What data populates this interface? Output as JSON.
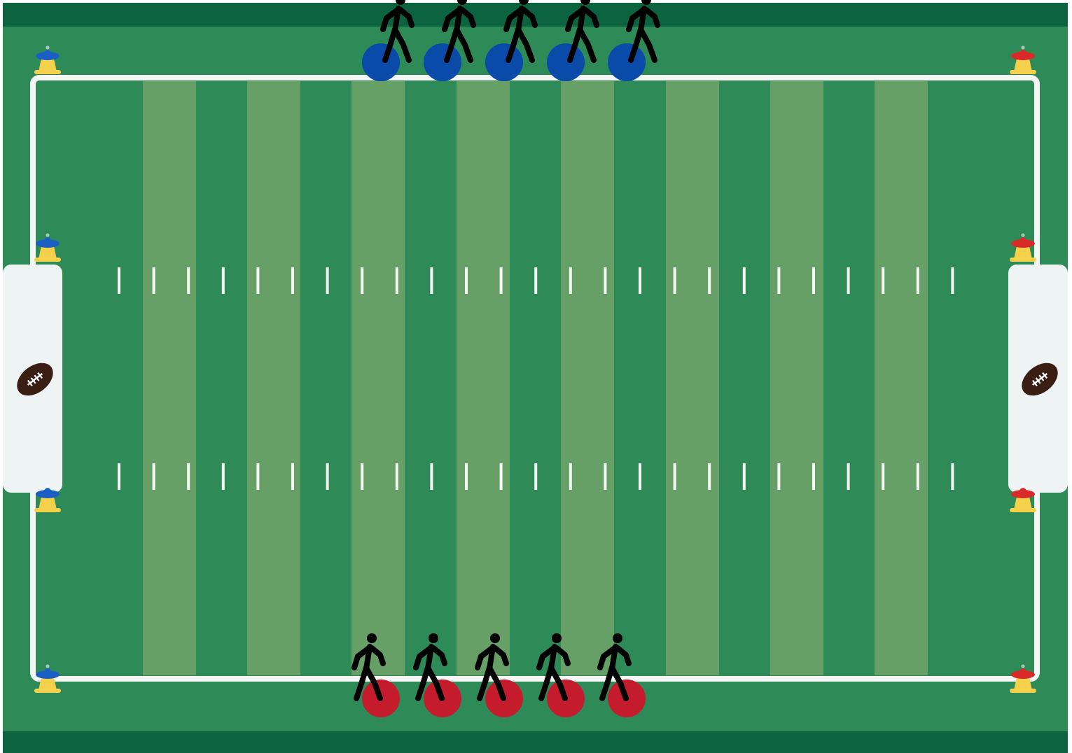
{
  "colors": {
    "page_bg": "#ffffff",
    "grass_dark": "#2e8b57",
    "grass_light": "#66a066",
    "border_band": "#0b6340",
    "field_line": "#f4f7f4",
    "endzone_panel": "#eef3f3",
    "blue_team": "#0a4aa8",
    "red_team": "#c41c2c",
    "player_figure": "#000000",
    "cone_base": "#f5d04a",
    "cone_blue_top": "#1a5fc4",
    "cone_red_top": "#d92a2a",
    "football": "#3a1e14",
    "football_laces": "#ffffff"
  },
  "icons": {
    "player": "walking-person-icon",
    "cone": "cone-icon",
    "ball": "football-icon",
    "team_marker": "circle-marker"
  },
  "teams": [
    {
      "name": "blue",
      "side": "top",
      "player_count": 5
    },
    {
      "name": "red",
      "side": "bottom",
      "player_count": 5
    }
  ],
  "cones": {
    "left_color": "blue",
    "right_color": "red",
    "per_side": 4
  },
  "footballs": [
    {
      "endzone": "left"
    },
    {
      "endzone": "right"
    }
  ],
  "hash_marks_per_row": 25,
  "grass_stripes_light": 8
}
